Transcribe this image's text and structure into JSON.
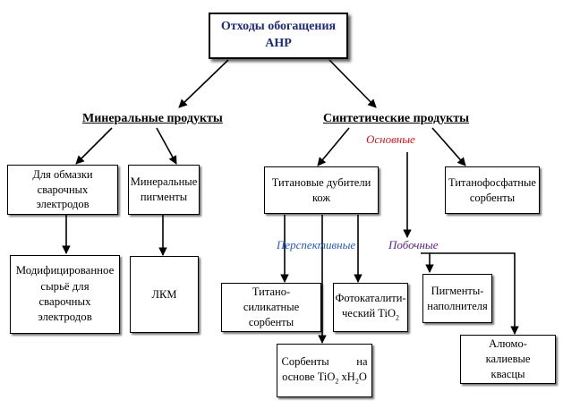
{
  "title": "Отходы обогащения АНР",
  "mineral_products": {
    "heading": "Минеральные продукты",
    "electrode_box": "Для обмазки сварочных электродов",
    "pigment_box": "Минеральные пигменты",
    "modified_box": "Модифицированное сырьё для сварочных электродов",
    "lkm_box": "ЛКМ"
  },
  "synthetic_products": {
    "heading": "Синтетические продукты",
    "main_label": "Основные",
    "tanning_box": "Титановые дубители кож",
    "phosphate_box": "Титанофосфатные сорбенты",
    "perspective_label": "Перспективные",
    "byproduct_label": "Побочные",
    "silicate_box": "Титано-силикатные сорбенты",
    "photocat_line1": "Фотокаталити-",
    "photocat_line2": "ческий TiO",
    "photocat_sub": "2",
    "sorbent_line1_a": "Сорбенты",
    "sorbent_line1_b": "на",
    "sorbent_line2_a": "основе TiO",
    "sorbent_line2_sub1": "2",
    "sorbent_line2_b": " xH",
    "sorbent_line2_sub2": "2",
    "sorbent_line2_c": "O",
    "filler_box": "Пигменты-наполнителя",
    "alum_box": "Алюмо-калиевые квасцы"
  },
  "colors": {
    "title_text": "#1d2a7a",
    "main_label": "#e0141e",
    "perspective_label": "#1f5bd6",
    "byproduct_label": "#5a1f86"
  }
}
